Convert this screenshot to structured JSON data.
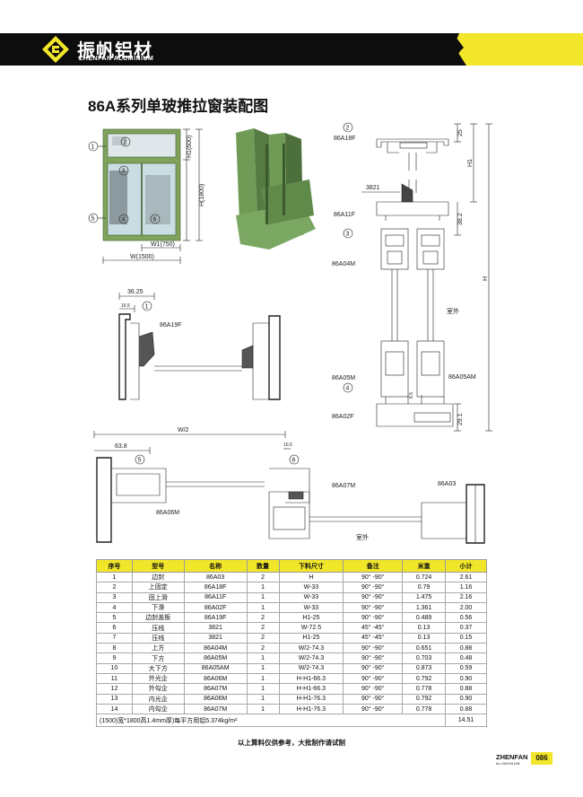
{
  "brand": {
    "name_cn": "振帆铝材",
    "name_en": "ZHENFAN ALUMINIUM",
    "footer_name": "ZHENFAN",
    "footer_sub": "ALUMINIUM"
  },
  "page_number": "086",
  "title": "86A系列单玻推拉窗装配图",
  "drawing_labels": {
    "elev_h1": "H1(600)",
    "elev_h": "H(1800)",
    "elev_w1": "W1(750)",
    "elev_w": "W(1500)",
    "callouts": [
      "1",
      "2",
      "3",
      "4",
      "5",
      "6"
    ],
    "top_profile": "86A18F",
    "dim_25": "25",
    "dim_h1": "H1",
    "gasket": "3821",
    "mid_profile": "86A11F",
    "dim_38_2": "38.2",
    "dim_h": "H",
    "sash_top": "86A04M",
    "outdoor": "室外",
    "sash_bottom": "86A05M",
    "sash_bottom_am": "86A05AM",
    "dim_small": "8.5",
    "sill": "86A02F",
    "dim_29_1": "29.1",
    "dim_36_25": "36.25",
    "dim_16_5": "16.5",
    "jamb_profile": "86A19F",
    "dim_w2": "W/2",
    "dim_63_8": "63.8",
    "dim_10_5": "10.5",
    "interlock_a07": "86A07M",
    "side_a03": "86A03",
    "side_a06": "86A06M",
    "outdoor_2": "室外"
  },
  "table": {
    "headers": [
      "序号",
      "型号",
      "名称",
      "数量",
      "下料尺寸",
      "备注",
      "米重",
      "小计"
    ],
    "rows": [
      [
        "1",
        "边封",
        "86A03",
        "2",
        "H",
        "90° -90°",
        "0.724",
        "2.61"
      ],
      [
        "2",
        "上固定",
        "86A18F",
        "1",
        "W-33",
        "90° -90°",
        "0.79",
        "1.16"
      ],
      [
        "3",
        "固上滑",
        "86A11F",
        "1",
        "W-33",
        "90° -90°",
        "1.475",
        "2.16"
      ],
      [
        "4",
        "下滑",
        "86A02F",
        "1",
        "W-33",
        "90° -90°",
        "1.361",
        "2.00"
      ],
      [
        "5",
        "边封盖板",
        "86A19F",
        "2",
        "H1-25",
        "90° -90°",
        "0.489",
        "0.56"
      ],
      [
        "6",
        "压线",
        "3821",
        "2",
        "W-72.5",
        "45° -45°",
        "0.13",
        "0.37"
      ],
      [
        "7",
        "压线",
        "3821",
        "2",
        "H1-25",
        "45° -45°",
        "0.13",
        "0.15"
      ],
      [
        "8",
        "上方",
        "86A04M",
        "2",
        "W/2-74.3",
        "90° -90°",
        "0.651",
        "0.88"
      ],
      [
        "9",
        "下方",
        "86A05M",
        "1",
        "W/2-74.3",
        "90° -90°",
        "0.703",
        "0.48"
      ],
      [
        "10",
        "大下方",
        "86A05AM",
        "1",
        "W/2-74.3",
        "90° -90°",
        "0.873",
        "0.59"
      ],
      [
        "11",
        "外光企",
        "86A06M",
        "1",
        "H-H1-66.3",
        "90° -90°",
        "0.792",
        "0.90"
      ],
      [
        "12",
        "外勾企",
        "86A07M",
        "1",
        "H-H1-66.3",
        "90° -90°",
        "0.778",
        "0.88"
      ],
      [
        "13",
        "内光企",
        "86A06M",
        "1",
        "H-H1-76.3",
        "90° -90°",
        "0.792",
        "0.90"
      ],
      [
        "14",
        "内勾企",
        "86A07M",
        "1",
        "H-H1-76.3",
        "90° -90°",
        "0.778",
        "0.88"
      ]
    ],
    "footer_text": "(1500)宽*1800高1.4mm厚)每平方用铝5.374kg/m²",
    "footer_total": "14.51"
  },
  "note": "以上算料仅供参考，大批制作请试制",
  "colors": {
    "band_black": "#0d0d0d",
    "accent_yellow": "#f2e62a",
    "frame_green": "#7fa35b",
    "profile_green": "#5f8a4a",
    "glass": "#c9dde2"
  }
}
